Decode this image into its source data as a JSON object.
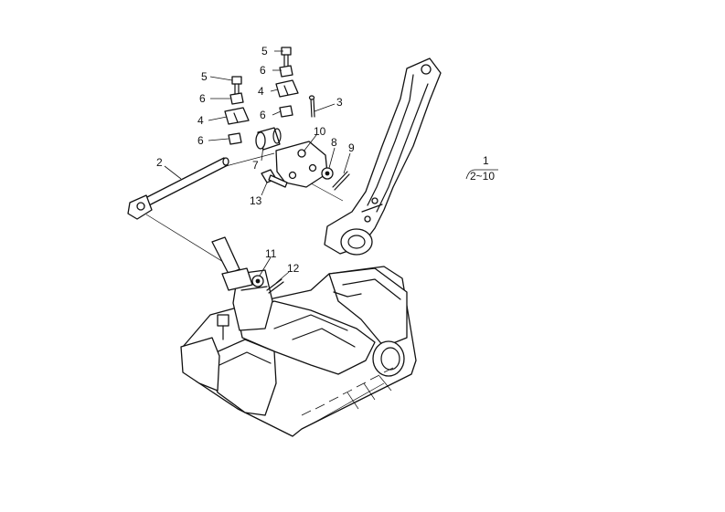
{
  "labels": {
    "p1": "1",
    "p2": "2",
    "p3": "3",
    "p4a": "4",
    "p4b": "4",
    "p5a": "5",
    "p5b": "5",
    "p6a": "6",
    "p6b": "6",
    "p6c": "6",
    "p6d": "6",
    "p7": "7",
    "p8": "8",
    "p9": "9",
    "p10": "10",
    "p11": "11",
    "p12": "12",
    "p13": "13",
    "kit_range": "2~10"
  }
}
